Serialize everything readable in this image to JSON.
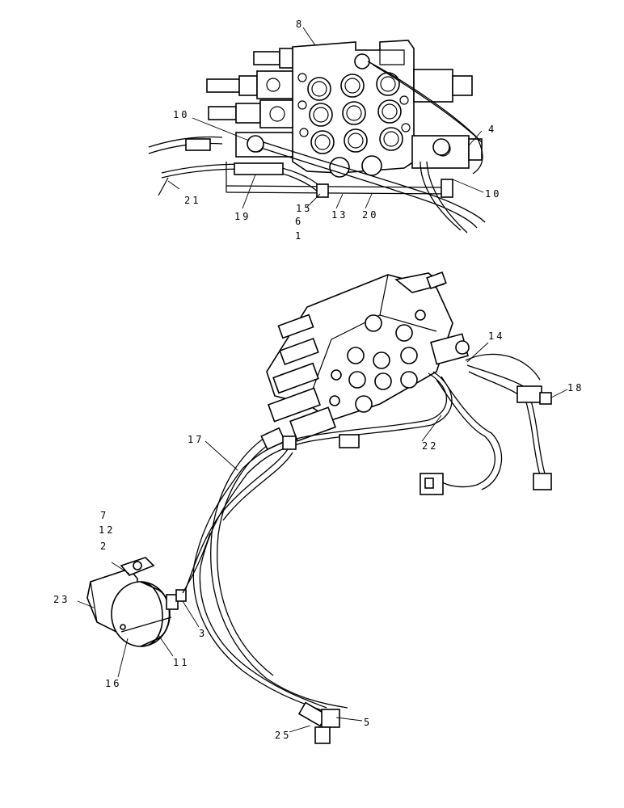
{
  "callouts": {
    "c8": "8",
    "c10a": "10",
    "c4": "4",
    "c10b": "10",
    "c21": "21",
    "c19": "19",
    "c15": "15",
    "c6": "6",
    "c1": "1",
    "c13": "13",
    "c20": "20",
    "c14": "14",
    "c18": "18",
    "c17": "17",
    "c22": "22",
    "c7": "7",
    "c12": "12",
    "c2": "2",
    "c23": "23",
    "c3": "3",
    "c11": "11",
    "c16": "16",
    "c5": "5",
    "c25": "25"
  },
  "colors": {
    "ink": "#000000",
    "paper": "#ffffff"
  }
}
